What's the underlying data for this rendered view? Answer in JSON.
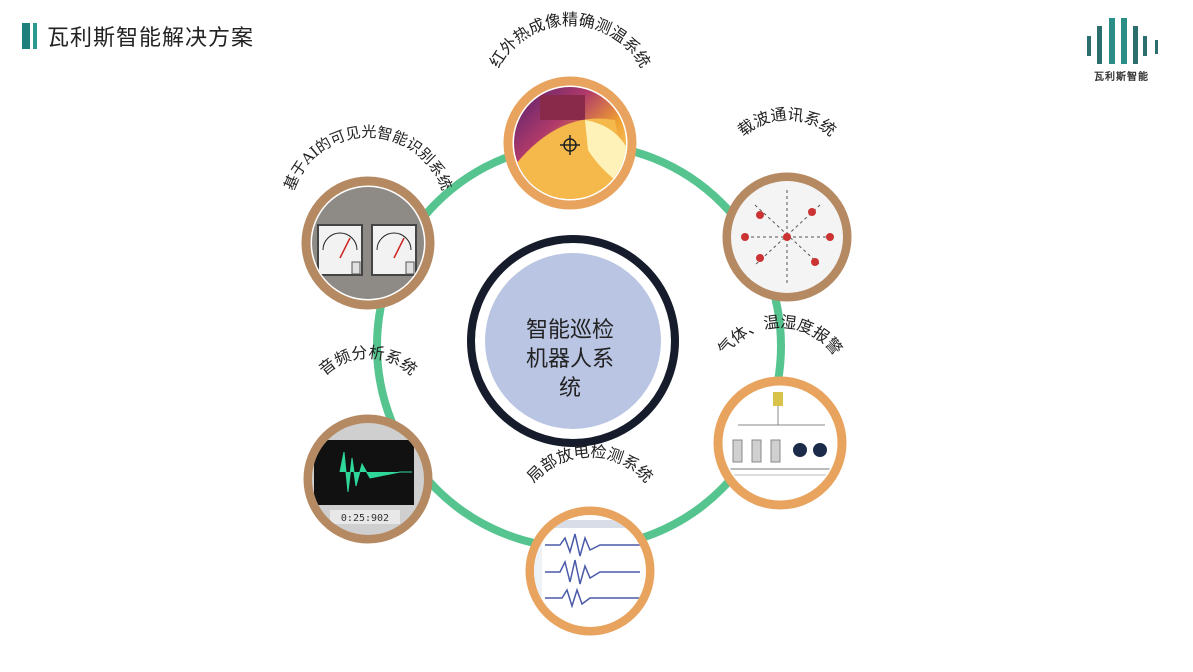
{
  "header": {
    "title": "瓦利斯智能解决方案"
  },
  "logo": {
    "text": "瓦利斯智能"
  },
  "diagram": {
    "center": {
      "lines": [
        "智能巡检",
        "机器人系",
        "统"
      ]
    },
    "nodes": [
      {
        "label": "红外热成像精确测温系统"
      },
      {
        "label": "载波通讯系统"
      },
      {
        "label": "气体、温湿度报警"
      },
      {
        "label": "局部放电检测系统"
      },
      {
        "label": "音频分析系统"
      },
      {
        "label": "基于AI的可见光智能识别系统"
      }
    ],
    "panel_readout": "0:25:902"
  },
  "colors": {
    "ring": "#55c48f",
    "center_fill": "#b9c5e3",
    "center_border": "#161c2b",
    "node_border_orange": "#e8a45e",
    "node_border_brown": "#b58a62",
    "title_mark": "#1f7f7a"
  }
}
